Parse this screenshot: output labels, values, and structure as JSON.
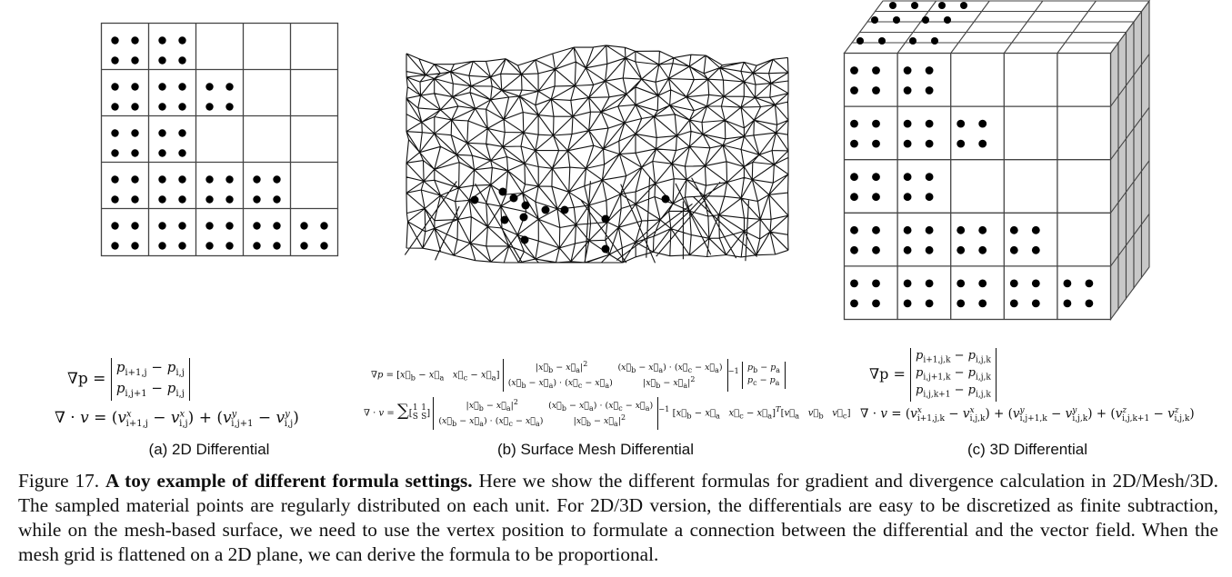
{
  "figure": {
    "subcaptions": {
      "a": "(a) 2D Differential",
      "b": "(b) Surface Mesh Differential",
      "c": "(c) 3D Differential"
    },
    "formulas": {
      "a_grad_lhs": "∇p =",
      "a_grad_row1": "p_{i+1,j} − p_{i,j}",
      "a_grad_row2": "p_{i,j+1} − p_{i,j}",
      "a_div": "∇ · v = (v^x_{i+1,j} − v^x_{i,j}) + (v^y_{i,j+1} − v^y_{i,j})",
      "b_grad": "∇p = [x⃗_b − x⃗_a  x⃗_c − x⃗_a] [ |x⃗_b − x⃗_a|²  (x⃗_b − x⃗_a)·(x⃗_c − x⃗_a) ; (x⃗_b − x⃗_a)·(x⃗_c − x⃗_a)  |x⃗_b − x⃗_a|² ]⁻¹ [p_b − p_a ; p_c − p_a]",
      "b_div": "∇ · v = Σ[1/S  1/S] [ |x⃗_b − x⃗_a|²  (x⃗_b − x⃗_a)·(x⃗_c − x⃗_a) ; (x⃗_b − x⃗_a)·(x⃗_c − x⃗_a)  |x⃗_b − x⃗_a|² ]⁻¹ [x⃗_b − x⃗_a  x⃗_c − x⃗_a]ᵀ [v⃗_a  v⃗_b  v⃗_c]",
      "c_grad_lhs": "∇p =",
      "c_grad_row1": "p_{i+1,j,k} − p_{i,j,k}",
      "c_grad_row2": "p_{i,j+1,k} − p_{i,j,k}",
      "c_grad_row3": "p_{i,j,k+1} − p_{i,j,k}",
      "c_div": "∇ · v = (v^x_{i+1,j,k} − v^x_{i,j,k}) + (v^y_{i,j+1,k} − v^y_{i,j,k}) + (v^z_{i,j,k+1} − v^z_{i,j,k})"
    },
    "caption_label": "Figure 17.",
    "caption_title": "A toy example of different formula settings.",
    "caption_body": "Here we show the different formulas for gradient and divergence calculation in 2D/Mesh/3D. The sampled material points are regularly distributed on each unit. For 2D/3D version, the differentials are easy to be discretized as finite subtraction, while on the mesh-based surface, we need to use the vertex position to formulate a connection between the differential and the vector field. When the mesh grid is flattened on a 2D plane, we can derive the formula to be proportional."
  }
}
